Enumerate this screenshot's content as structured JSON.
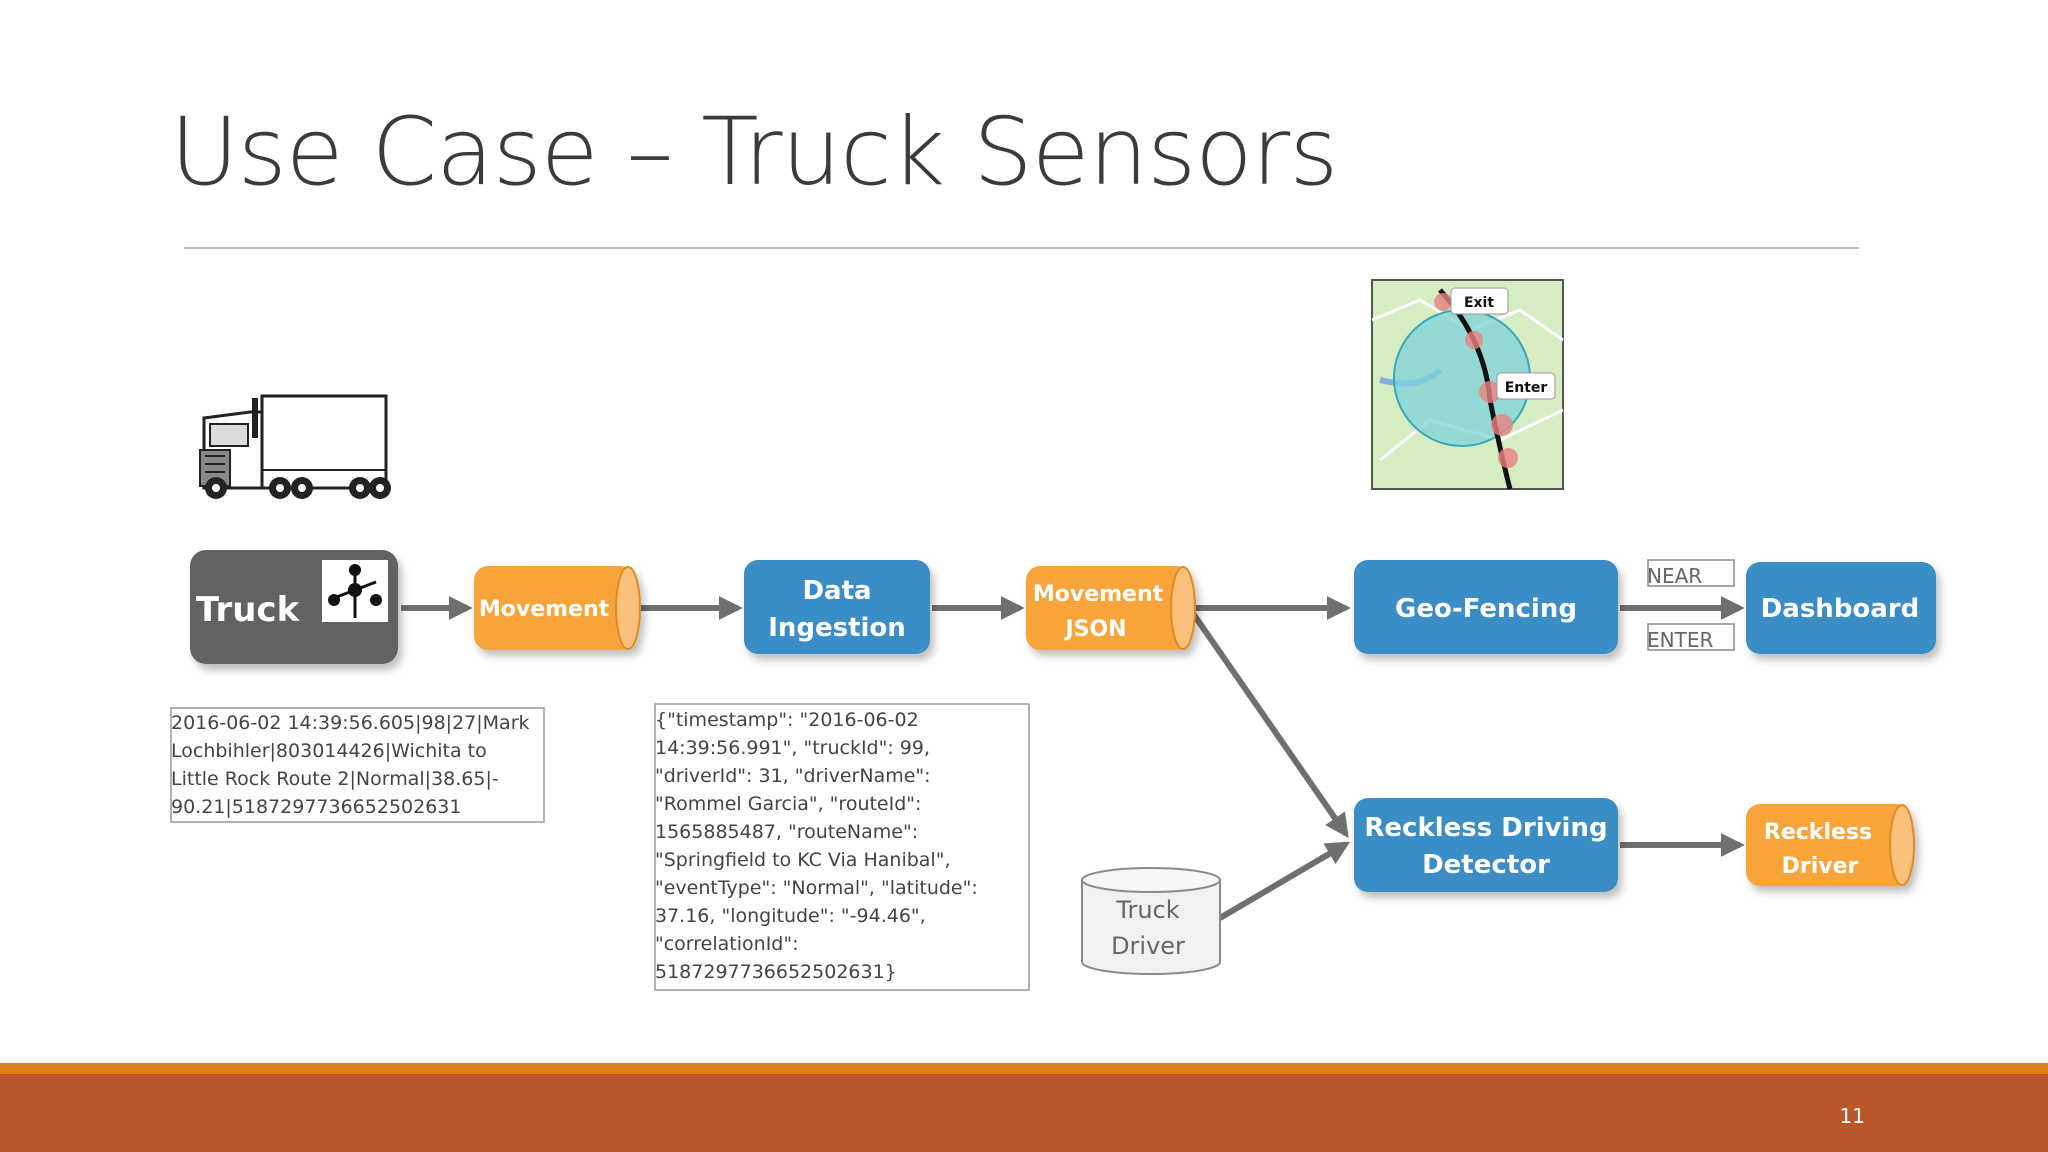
{
  "slide": {
    "title": "Use Case – Truck Sensors",
    "page_number": "11"
  },
  "nodes": {
    "truck": "Truck",
    "movement": "Movement",
    "data_ingestion": [
      "Data",
      "Ingestion"
    ],
    "movement_json": [
      "Movement",
      "JSON"
    ],
    "geo_fencing": "Geo-Fencing",
    "dashboard": "Dashboard",
    "reckless_detector": [
      "Reckless Driving",
      "Detector"
    ],
    "reckless_driver": [
      "Reckless",
      "Driver"
    ],
    "truck_driver": [
      "Truck",
      "Driver"
    ]
  },
  "edge_labels": {
    "near": "NEAR",
    "enter": "ENTER"
  },
  "map_labels": {
    "exit": "Exit",
    "enter": "Enter"
  },
  "samples": {
    "raw": [
      "2016-06-02 14:39:56.605|98|27|Mark",
      "Lochbihler|803014426|Wichita  to",
      "Little Rock Route 2|Normal|38.65|-",
      "90.21|5187297736652502631"
    ],
    "json": [
      "{\"timestamp\":  \"2016-06-02",
      "14:39:56.991\", \"truckId\": 99,",
      "\"driverId\":  31, \"driverName\":",
      "\"Rommel  Garcia\",  \"routeId\":",
      "1565885487, \"routeName\":",
      "\"Springfield  to KC Via Hanibal\",",
      "\"eventType\": \"Normal\",  \"latitude\":",
      "37.16, \"longitude\":  \"-94.46\",",
      "\"correlationId\":",
      "5187297736652502631}"
    ]
  },
  "colors": {
    "blue": "#3a8ec5",
    "orange": "#f7a43a",
    "gray": "#626262",
    "arrow": "#6f6f6f",
    "footer": "#b9562a",
    "footer_accent": "#e27d1c"
  }
}
